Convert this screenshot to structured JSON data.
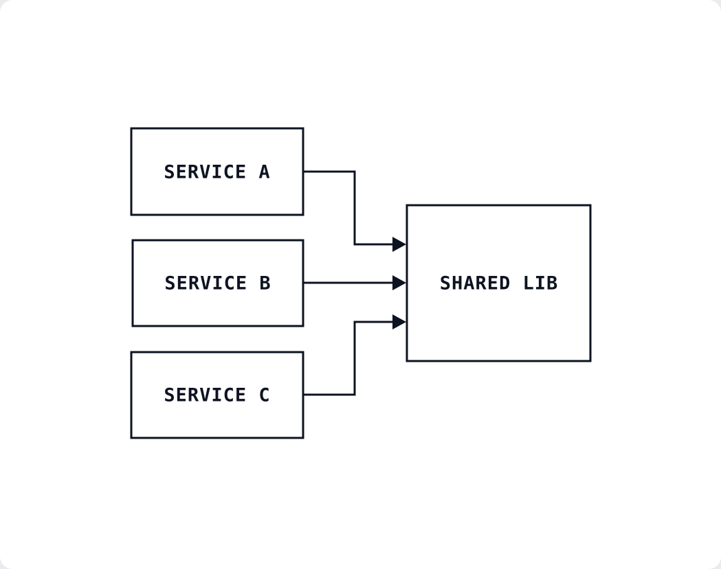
{
  "diagram": {
    "colors": {
      "background": "#ffffff",
      "stroke": "#0d1321",
      "text": "#0d1321"
    },
    "nodes": {
      "service_a": "SERVICE A",
      "service_b": "SERVICE B",
      "service_c": "SERVICE C",
      "shared_lib": "SHARED LIB"
    },
    "edges": [
      {
        "from": "SERVICE A",
        "to": "SHARED LIB"
      },
      {
        "from": "SERVICE B",
        "to": "SHARED LIB"
      },
      {
        "from": "SERVICE C",
        "to": "SHARED LIB"
      }
    ]
  }
}
